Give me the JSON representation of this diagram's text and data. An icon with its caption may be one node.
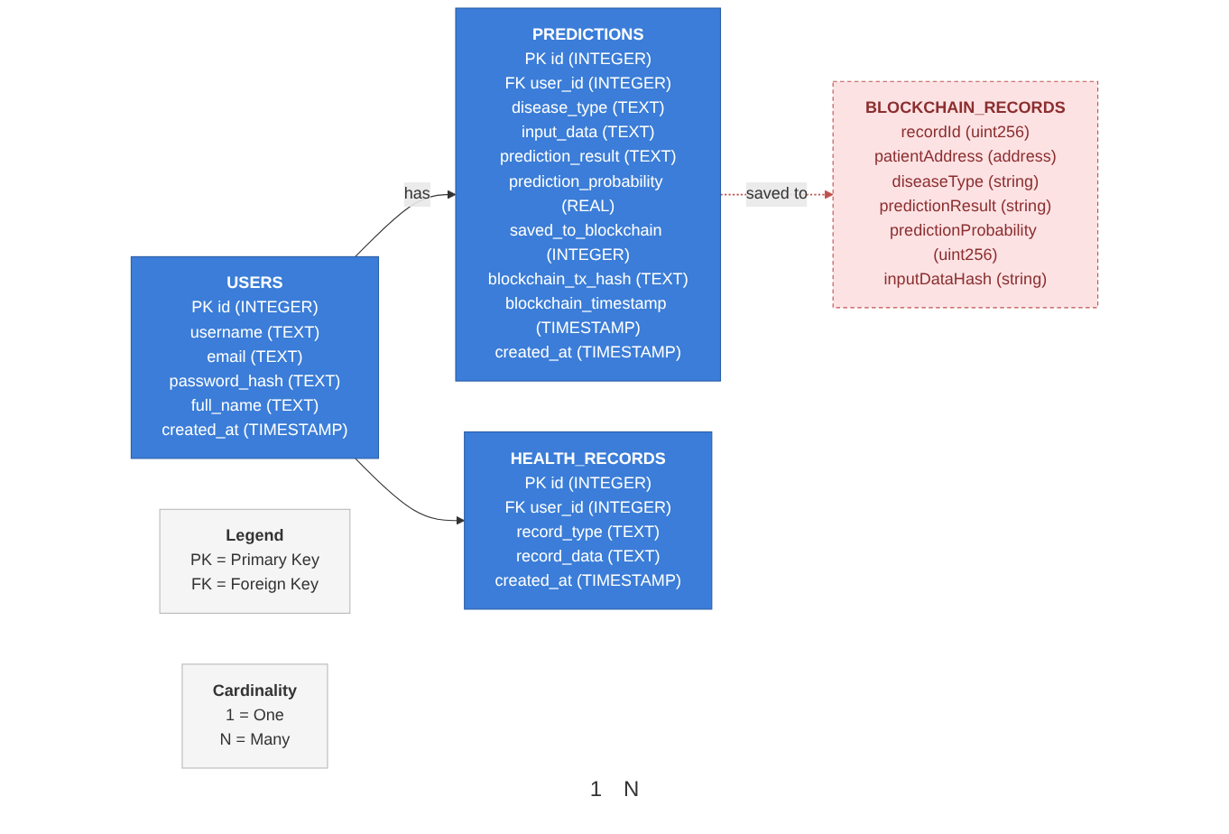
{
  "diagram": {
    "nodes": [
      {
        "text": [
          "USERS",
          "PK id (INTEGER)",
          "username (TEXT)",
          "email (TEXT)",
          "password_hash (TEXT)",
          "full_name (TEXT)",
          "created_at (TIMESTAMP)"
        ]
      },
      {
        "text": [
          "PREDICTIONS",
          "PK id (INTEGER)",
          "FK user_id (INTEGER)",
          "disease_type (TEXT)",
          "input_data (TEXT)",
          "prediction_result (TEXT)",
          "prediction_probability (REAL)",
          "saved_to_blockchain (INTEGER)",
          "blockchain_tx_hash (TEXT)",
          "blockchain_timestamp (TIMESTAMP)",
          "created_at (TIMESTAMP)"
        ]
      },
      {
        "text": [
          "HEALTH_RECORDS",
          "PK id (INTEGER)",
          "FK user_id (INTEGER)",
          "record_type (TEXT)",
          "record_data (TEXT)",
          "created_at (TIMESTAMP)"
        ]
      },
      {
        "text": [
          "BLOCKCHAIN_RECORDS",
          "recordId (uint256)",
          "patientAddress (address)",
          "diseaseType (string)",
          "predictionResult (string)",
          "predictionProbability (uint256)",
          "inputDataHash (string)"
        ]
      },
      {
        "text": [
          "Legend",
          "PK = Primary Key",
          "FK = Foreign Key"
        ]
      },
      {
        "text": [
          "Cardinality",
          "1 = One",
          "N = Many"
        ]
      }
    ],
    "edges": [
      {
        "from": 0,
        "to": 1,
        "arrow": "to",
        "label": "has"
      },
      {
        "from": 0,
        "to": 2,
        "arrow": "to"
      },
      {
        "from": 1,
        "to": 3,
        "arrow": "to",
        "label": "saved to",
        "style": "dashed",
        "color": "#c0504d"
      }
    ],
    "labels": [
      "1",
      "N"
    ]
  }
}
